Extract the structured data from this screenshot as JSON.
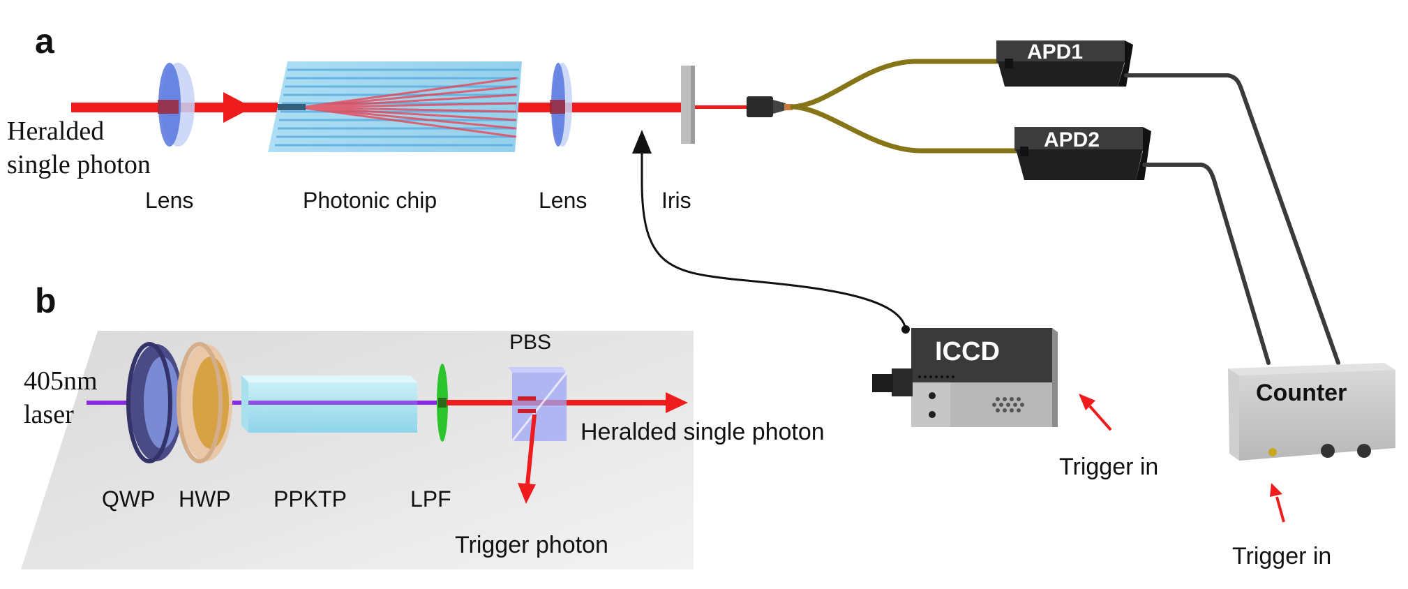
{
  "panels": {
    "a": "a",
    "b": "b"
  },
  "panel_a": {
    "source_label_line1": "Heralded",
    "source_label_line2": "single photon",
    "lens1": "Lens",
    "chip": "Photonic chip",
    "lens2": "Lens",
    "iris": "Iris",
    "apd1": "APD1",
    "apd2": "APD2",
    "iccd": "ICCD",
    "counter": "Counter",
    "trigger_iccd": "Trigger in",
    "trigger_counter": "Trigger in"
  },
  "panel_b": {
    "laser_line1": "405nm",
    "laser_line2": "laser",
    "qwp": "QWP",
    "hwp": "HWP",
    "ppktp": "PPKTP",
    "lpf": "LPF",
    "pbs": "PBS",
    "heralded": "Heralded single photon",
    "trigger_photon": "Trigger photon"
  },
  "colors": {
    "beam_red": "#ee1c1c",
    "pump_violet": "#8a2be2",
    "chip_blue": "#9fd6f0",
    "lens_blue": "#6f86e6",
    "fiber_olive": "#8a7a14",
    "device_dark": "#2b2b2b",
    "device_gray": "#c8c8c8"
  },
  "icons": [
    "lens-icon",
    "photonic-chip-icon",
    "iris-icon",
    "fiber-coupler-icon",
    "apd-icon",
    "iccd-camera-icon",
    "counter-icon",
    "waveplate-icon",
    "crystal-icon",
    "filter-icon",
    "beam-splitter-icon"
  ]
}
